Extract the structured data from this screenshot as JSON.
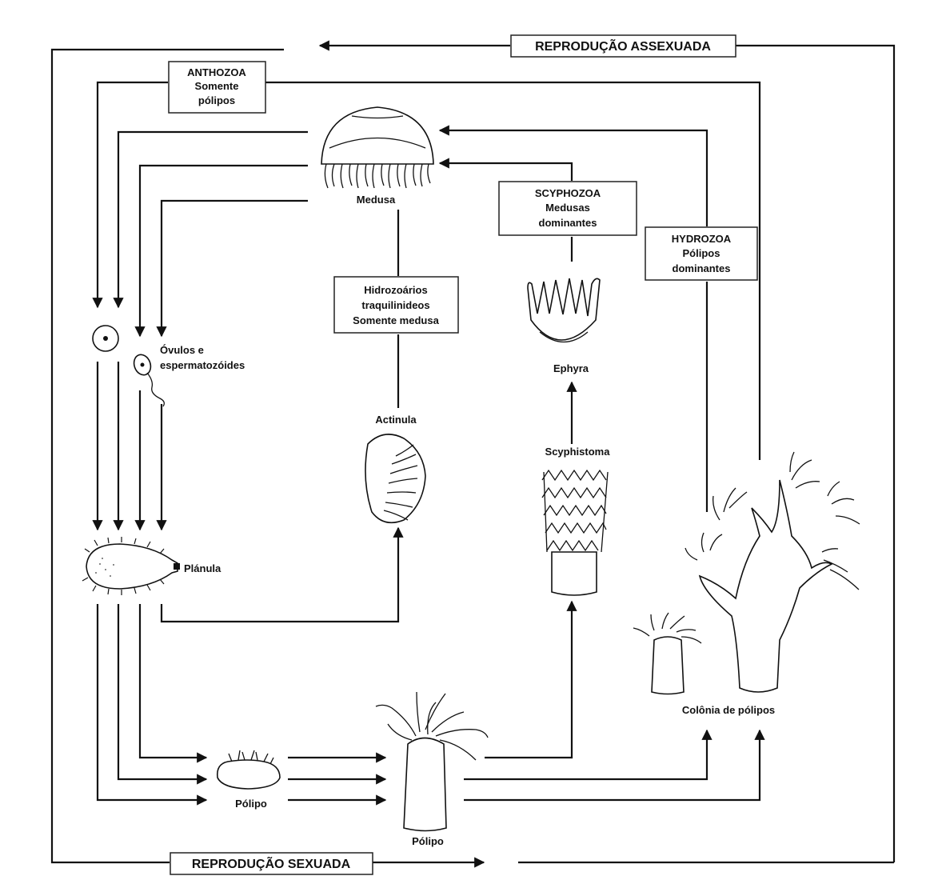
{
  "labels": {
    "asexual": "REPRODUÇÃO ASSEXUADA",
    "sexual": "REPRODUÇÃO SEXUADA",
    "anthozoa": [
      "ANTHOZOA",
      "Somente",
      "pólipos"
    ],
    "scyphozoa": [
      "SCYPHOZOA",
      "Medusas",
      "dominantes"
    ],
    "hydrozoa": [
      "HYDROZOA",
      "Pólipos",
      "dominantes"
    ],
    "traquilinideos": [
      "Hidrozoários",
      "traquilinideos",
      "Somente medusa"
    ],
    "medusa": "Medusa",
    "ovulos": [
      "Óvulos e",
      "espermatozóides"
    ],
    "planula": "Plánula",
    "actinula": "Actinula",
    "ephyra": "Ephyra",
    "scyphistoma": "Scyphistoma",
    "polipo_small": "Pólipo",
    "polipo_large": "Pólipo",
    "colonia": "Colônia de pólipos"
  }
}
